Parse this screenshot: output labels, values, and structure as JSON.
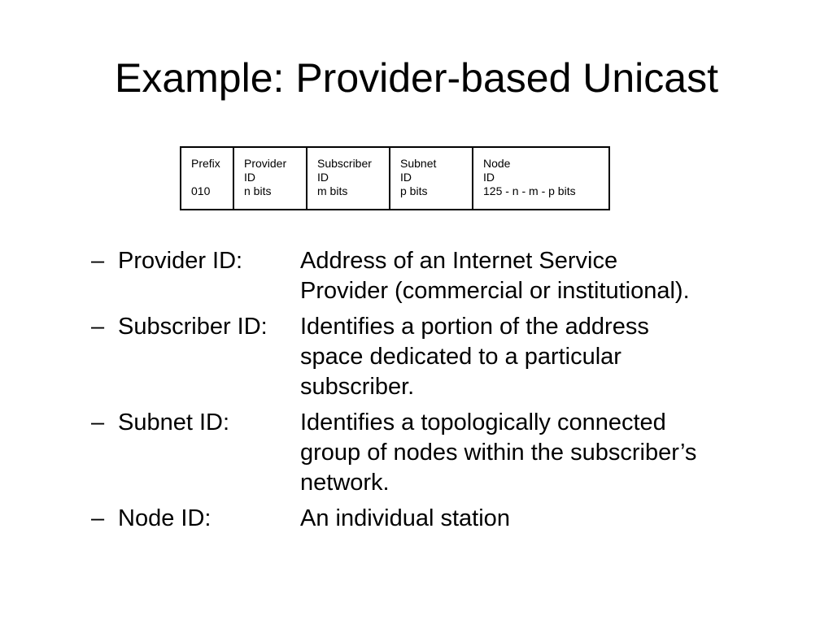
{
  "title": "Example: Provider-based Unicast",
  "address_format": {
    "fields": [
      {
        "line1": "Prefix",
        "line2": "",
        "line3": "010"
      },
      {
        "line1": "Provider",
        "line2": "ID",
        "line3": "n bits"
      },
      {
        "line1": "Subscriber",
        "line2": "ID",
        "line3": "m bits"
      },
      {
        "line1": "Subnet",
        "line2": "ID",
        "line3": "p bits"
      },
      {
        "line1": "Node",
        "line2": "ID",
        "line3": "125 - n - m - p bits"
      }
    ]
  },
  "bullets": [
    {
      "dash": "–",
      "term": "Provider ID:",
      "lines": [
        "Address of an Internet Service",
        "Provider (commercial or institutional)."
      ]
    },
    {
      "dash": "–",
      "term": "Subscriber ID:",
      "lines": [
        "Identifies a portion of the address",
        "space dedicated to a particular",
        "subscriber."
      ]
    },
    {
      "dash": "–",
      "term": "Subnet ID:",
      "lines": [
        "Identifies a topologically connected",
        "group of nodes within the subscriber’s",
        "network."
      ]
    },
    {
      "dash": "–",
      "term": "Node ID:",
      "lines": [
        "An individual station"
      ]
    }
  ]
}
